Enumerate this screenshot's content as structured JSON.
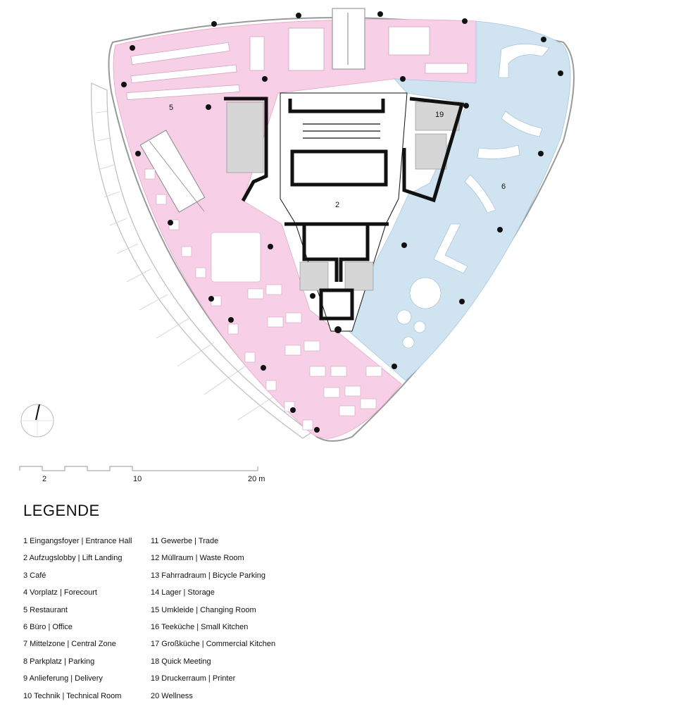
{
  "plan": {
    "room_labels": [
      {
        "id": "restaurant",
        "text": "5"
      },
      {
        "id": "office",
        "text": "6"
      },
      {
        "id": "lift",
        "text": "2"
      },
      {
        "id": "printer",
        "text": "19"
      }
    ],
    "zone_colors": {
      "restaurant": "#f7cfe6",
      "office": "#cfe3f1",
      "service": "#d6d6d6",
      "wall": "#111111"
    },
    "north_arrow_icon": "north-arrow-icon"
  },
  "scale_bar": {
    "labels": [
      "2",
      "10",
      "20 m"
    ]
  },
  "legend": {
    "title": "LEGENDE",
    "column1": [
      "1 Eingangsfoyer | Entrance Hall",
      "2 Aufzugslobby | Lift Landing",
      "3 Café",
      "4 Vorplatz | Forecourt",
      "5 Restaurant",
      "6 Büro | Office",
      "7 Mittelzone | Central Zone",
      "8 Parkplatz | Parking",
      "9 Anlieferung | Delivery",
      "10 Technik | Technical Room"
    ],
    "column2": [
      "11 Gewerbe | Trade",
      "12 Müllraum | Waste Room",
      "13 Fahrradraum | Bicycle Parking",
      "14 Lager | Storage",
      "15 Umkleide | Changing Room",
      "16 Teeküche | Small Kitchen",
      "17 Großküche | Commercial Kitchen",
      "18 Quick Meeting",
      "19 Druckerraum | Printer",
      "20 Wellness"
    ]
  }
}
